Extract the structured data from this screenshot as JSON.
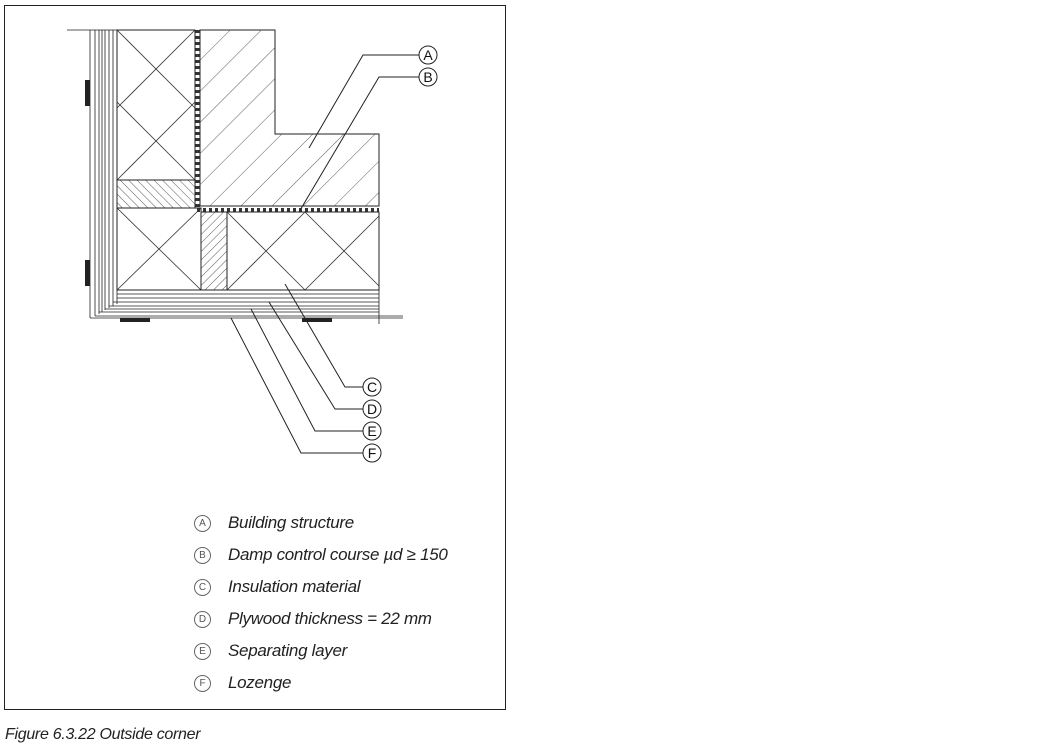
{
  "figure": {
    "caption": "Figure 6.3.22 Outside corner"
  },
  "callouts": [
    "A",
    "B",
    "C",
    "D",
    "E",
    "F"
  ],
  "legend": [
    {
      "letter": "A",
      "text": "Building structure"
    },
    {
      "letter": "B",
      "text": "Damp control course µd ≥ 150"
    },
    {
      "letter": "C",
      "text": "Insulation material"
    },
    {
      "letter": "D",
      "text": "Plywood thickness = 22 mm"
    },
    {
      "letter": "E",
      "text": "Separating layer"
    },
    {
      "letter": "F",
      "text": "Lozenge"
    }
  ]
}
